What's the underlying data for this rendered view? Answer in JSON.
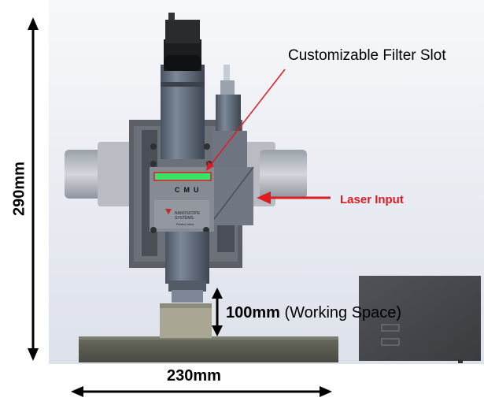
{
  "labels": {
    "filter_slot": "Customizable Filter Slot",
    "laser_input": "Laser Input",
    "working_space_mm": "100mm",
    "working_space_text": " (Working Space)",
    "width": "230mm",
    "height": "290mm"
  },
  "device": {
    "module_mark": "CMU",
    "brand_line1": "NANOSCOPE",
    "brand_line2": "SYSTEMS",
    "brand_line3": "Perfect View"
  },
  "colors": {
    "laser_arrow": "#e11b22",
    "filter_highlight": "#39e36a",
    "filter_outline": "#e11b22",
    "pointer_line": "#e11b22"
  }
}
